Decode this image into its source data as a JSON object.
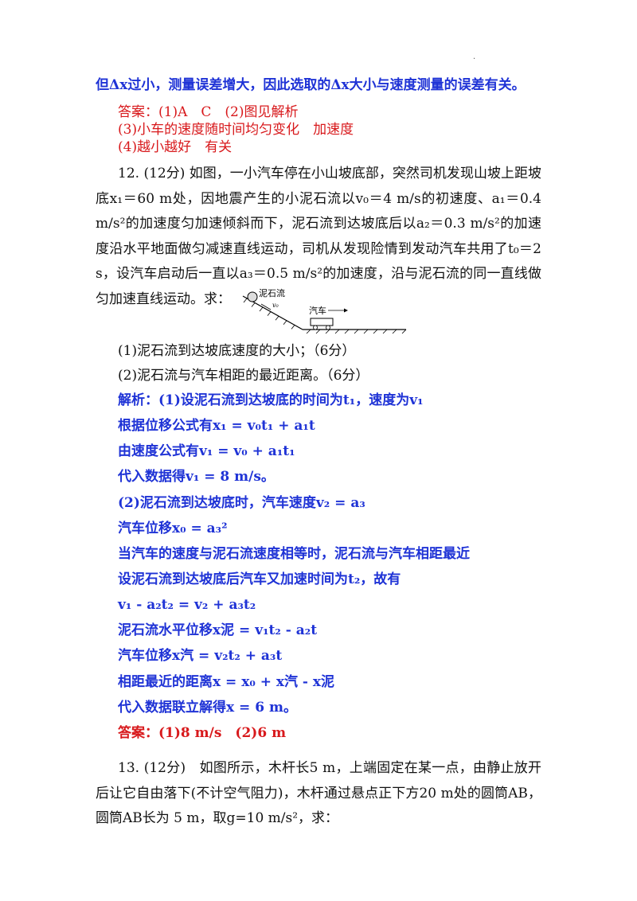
{
  "corner_mark": ".",
  "intro_line": "但Δx过小，测量误差增大，因此选取的Δx大小与速度测量的误差有关。",
  "answer11": {
    "line1": "答案：(1)A　C　(2)图见解析",
    "line2": "(3)小车的速度随时间均匀变化　加速度",
    "line3": "(4)越小越好　有关"
  },
  "q12": {
    "text": "12. (12分) 如图，一小汽车停在小山坡底部，突然司机发现山坡上距坡底x₁＝60 m处，因地震产生的小泥石流以v₀＝4 m/s的初速度、a₁＝0.4 m/s²的加速度匀加速倾斜而下，泥石流到达坡底后以a₂＝0.3 m/s²的加速度沿水平地面做匀减速直线运动，司机从发现险情到发动汽车共用了t₀＝2 s，设汽车启动后一直以a₃＝0.5 m/s²的加速度，沿与泥石流的同一直线做匀加速直线运动。求：",
    "figure": {
      "mudflow_label": "泥石流",
      "v0_label": "v₀",
      "car_label": "汽车"
    },
    "sub1": "(1)泥石流到达坡底速度的大小；（6分）",
    "sub2": "(2)泥石流与汽车相距的最近距离。（6分）"
  },
  "solution12": [
    "解析：(1)设泥石流到达坡底的时间为t₁，速度为v₁",
    "根据位移公式有x₁ = v₀t₁ + a₁t",
    "由速度公式有v₁ = v₀ + a₁t₁",
    "代入数据得v₁ = 8  m/s。",
    "(2)泥石流到达坡底时，汽车速度v₂ = a₃",
    "汽车位移x₀ = a₃²",
    "当汽车的速度与泥石流速度相等时，泥石流与汽车相距最近",
    "设泥石流到达坡底后汽车又加速时间为t₂，故有",
    "v₁ - a₂t₂ = v₂ + a₃t₂",
    "泥石流水平位移x泥 = v₁t₂ - a₂t",
    "汽车位移x汽 = v₂t₂ + a₃t",
    "相距最近的距离x = x₀ + x汽 - x泥",
    "代入数据联立解得x = 6  m。"
  ],
  "answer12": "答案：(1)8  m/s　(2)6  m",
  "q13": {
    "text": "13. (12分)　如图所示，木杆长5 m，上端固定在某一点，由静止放开后让它自由落下(不计空气阻力)，木杆通过悬点正下方20 m处的圆筒AB，圆筒AB长为 5 m，取g=10 m/s²，求："
  }
}
